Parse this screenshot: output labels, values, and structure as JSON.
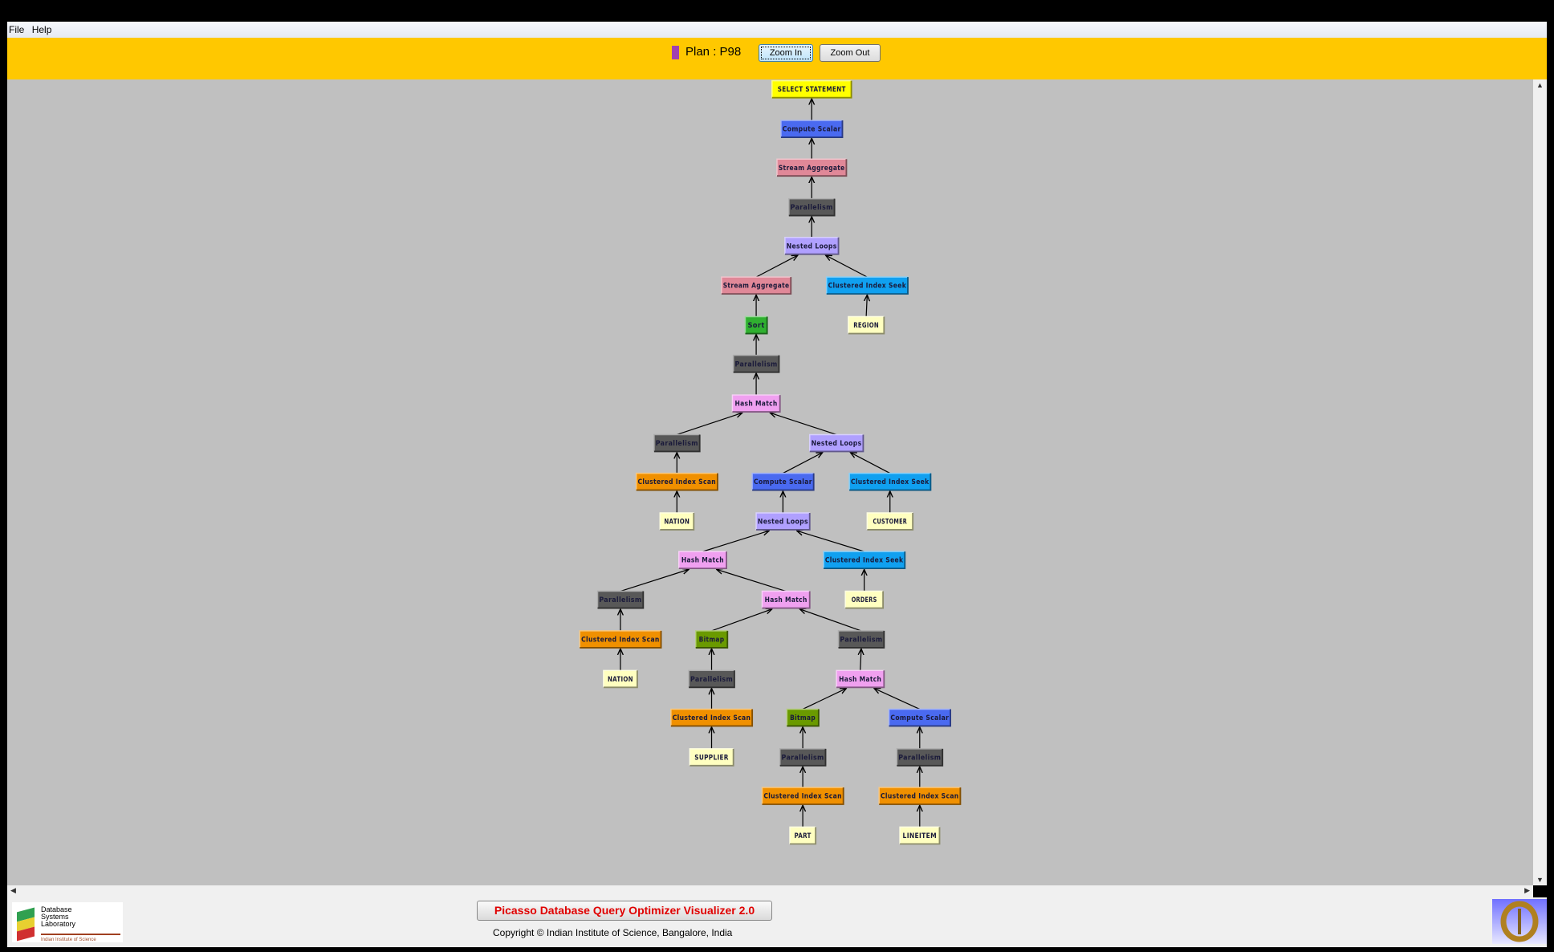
{
  "menu": {
    "items": [
      "File",
      "Help"
    ]
  },
  "toolbar": {
    "plan_label": "Plan : P98",
    "plan_color": "#a040b0",
    "zoom_in": "Zoom In",
    "zoom_out": "Zoom Out"
  },
  "colors": {
    "select": "#ffff00",
    "compute": "#4a6af0",
    "stream": "#e08898",
    "parallel": "#585858",
    "nested": "#b0a0ff",
    "seek": "#10a0f0",
    "table": "#ffffc0",
    "sort": "#30b030",
    "hash": "#f0a0f0",
    "scan": "#f09000",
    "bitmap": "#6a9a00"
  },
  "plan_tree": [
    {
      "label": "SELECT STATEMENT",
      "type": "select",
      "parent": null
    },
    {
      "label": "Compute Scalar",
      "type": "compute",
      "parent": 0
    },
    {
      "label": "Stream Aggregate",
      "type": "stream",
      "parent": 1
    },
    {
      "label": "Parallelism",
      "type": "parallel",
      "parent": 2
    },
    {
      "label": "Nested Loops",
      "type": "nested",
      "parent": 3
    },
    {
      "label": "Stream Aggregate",
      "type": "stream",
      "parent": 4
    },
    {
      "label": "Clustered Index Seek",
      "type": "seek",
      "parent": 4
    },
    {
      "label": "REGION",
      "type": "table",
      "parent": 6
    },
    {
      "label": "Sort",
      "type": "sort",
      "parent": 5
    },
    {
      "label": "Parallelism",
      "type": "parallel",
      "parent": 8
    },
    {
      "label": "Hash Match",
      "type": "hash",
      "parent": 9
    },
    {
      "label": "Parallelism",
      "type": "parallel",
      "parent": 10
    },
    {
      "label": "Nested Loops",
      "type": "nested",
      "parent": 10
    },
    {
      "label": "Clustered Index Scan",
      "type": "scan",
      "parent": 11
    },
    {
      "label": "NATION",
      "type": "table",
      "parent": 13
    },
    {
      "label": "Compute Scalar",
      "type": "compute",
      "parent": 12
    },
    {
      "label": "Clustered Index Seek",
      "type": "seek",
      "parent": 12
    },
    {
      "label": "CUSTOMER",
      "type": "table",
      "parent": 16
    },
    {
      "label": "Nested Loops",
      "type": "nested",
      "parent": 15
    },
    {
      "label": "Hash Match",
      "type": "hash",
      "parent": 18
    },
    {
      "label": "Clustered Index Seek",
      "type": "seek",
      "parent": 18
    },
    {
      "label": "ORDERS",
      "type": "table",
      "parent": 20
    },
    {
      "label": "Parallelism",
      "type": "parallel",
      "parent": 19
    },
    {
      "label": "Hash Match",
      "type": "hash",
      "parent": 19
    },
    {
      "label": "Clustered Index Scan",
      "type": "scan",
      "parent": 22
    },
    {
      "label": "NATION",
      "type": "table",
      "parent": 24
    },
    {
      "label": "Bitmap",
      "type": "bitmap",
      "parent": 23
    },
    {
      "label": "Parallelism",
      "type": "parallel",
      "parent": 23
    },
    {
      "label": "Parallelism",
      "type": "parallel",
      "parent": 26
    },
    {
      "label": "Clustered Index Scan",
      "type": "scan",
      "parent": 28
    },
    {
      "label": "SUPPLIER",
      "type": "table",
      "parent": 29
    },
    {
      "label": "Hash Match",
      "type": "hash",
      "parent": 27
    },
    {
      "label": "Bitmap",
      "type": "bitmap",
      "parent": 31
    },
    {
      "label": "Compute Scalar",
      "type": "compute",
      "parent": 31
    },
    {
      "label": "Parallelism",
      "type": "parallel",
      "parent": 32
    },
    {
      "label": "Clustered Index Scan",
      "type": "scan",
      "parent": 34
    },
    {
      "label": "PART",
      "type": "table",
      "parent": 35
    },
    {
      "label": "Parallelism",
      "type": "parallel",
      "parent": 33
    },
    {
      "label": "Clustered Index Scan",
      "type": "scan",
      "parent": 37
    },
    {
      "label": "LINEITEM",
      "type": "table",
      "parent": 38
    }
  ],
  "footer": {
    "logo_text": [
      "Database",
      "Systems",
      "Laboratory",
      "Indian Institute of Science"
    ],
    "title": "Picasso Database Query Optimizer Visualizer 2.0",
    "copyright": "Copyright © Indian Institute of Science, Bangalore, India"
  }
}
